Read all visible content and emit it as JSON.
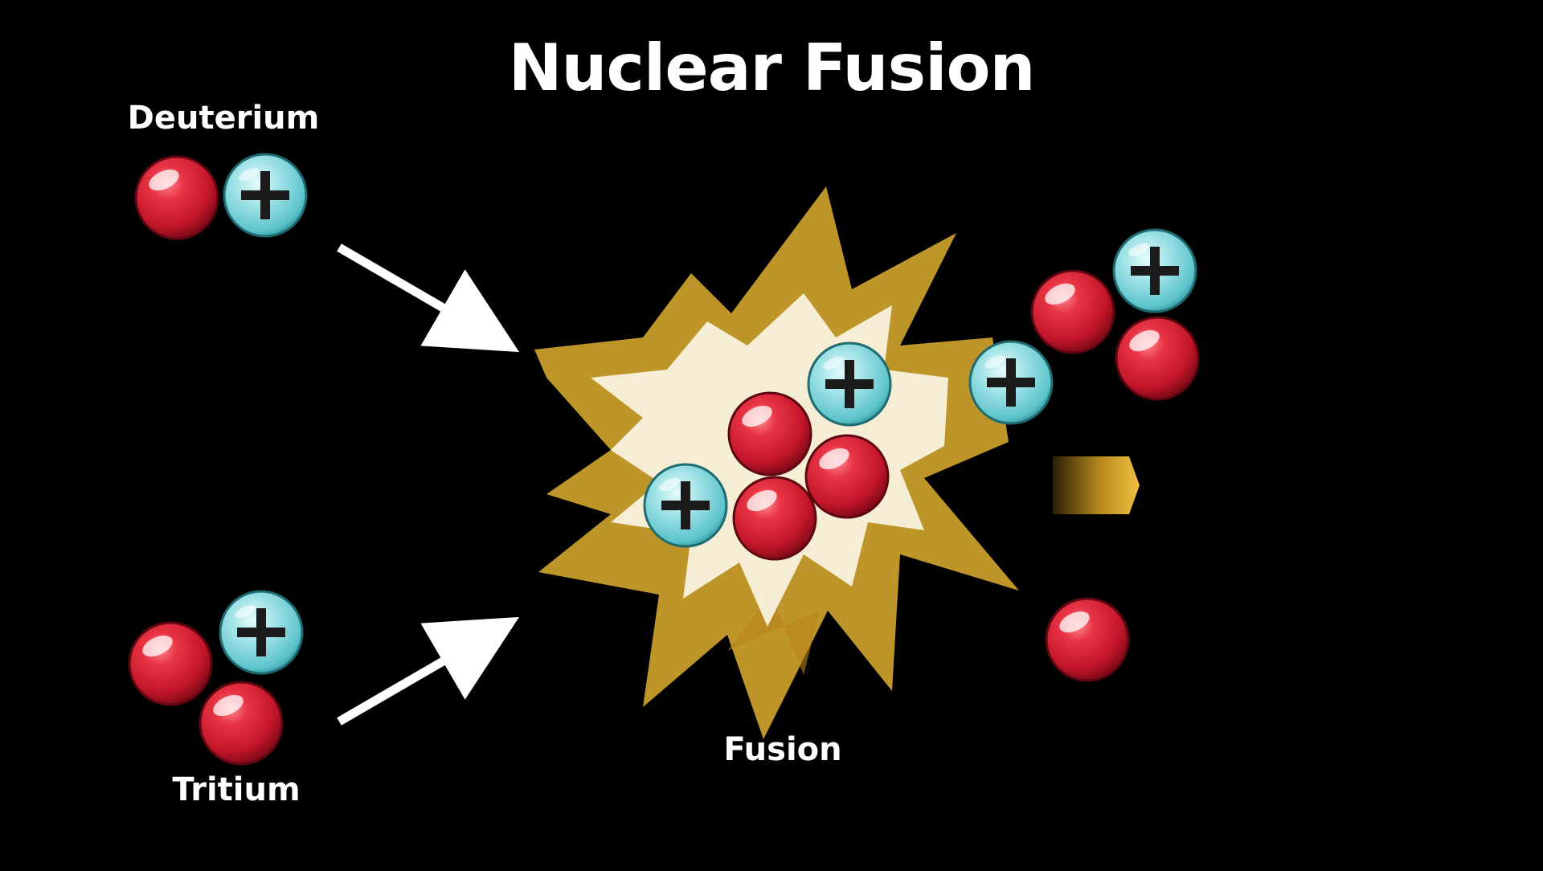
{
  "title": "Nuclear Fusion",
  "labels": {
    "deuterium": "Deuterium",
    "tritium": "Tritium",
    "fusion": "Fusion"
  },
  "colors": {
    "background": "#000000",
    "neutron": "#d8243a",
    "proton": "#7fd6dc",
    "burst_outer": "#c9a02c",
    "burst_inner": "#f7f0dc",
    "arrow": "#ffffff",
    "energy_arrow": "#e7b53b"
  },
  "icons": {
    "neutron": "red-sphere",
    "proton": "cyan-sphere-plus",
    "reaction_arrow": "white-arrow",
    "energy": "gold-arrow"
  }
}
